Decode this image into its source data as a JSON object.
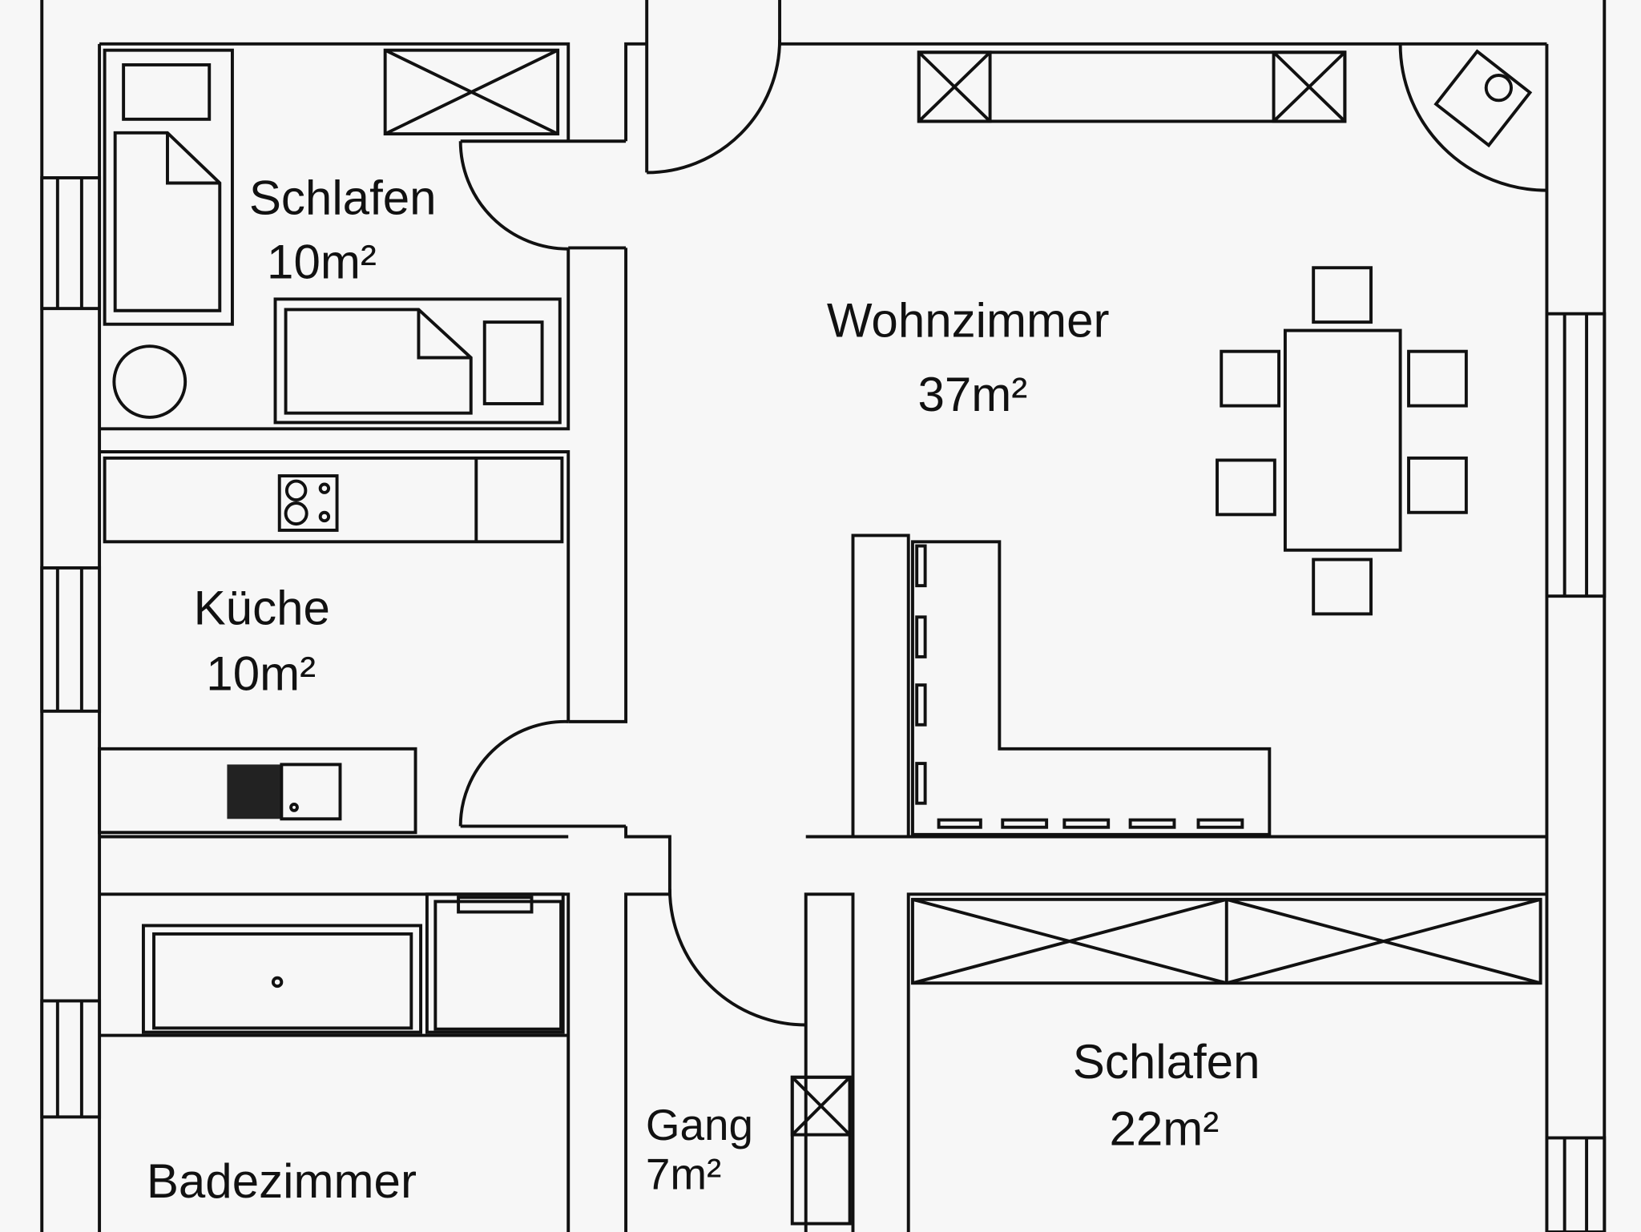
{
  "floorplan": {
    "rooms": [
      {
        "name": "Schlafen",
        "area": "10m²"
      },
      {
        "name": "Küche",
        "area": "10m²"
      },
      {
        "name": "Wohnzimmer",
        "area": "37m²"
      },
      {
        "name": "Badezimmer"
      },
      {
        "name": "Gang",
        "area": "7m²"
      },
      {
        "name": "Schlafen",
        "area": "22m²"
      }
    ]
  }
}
